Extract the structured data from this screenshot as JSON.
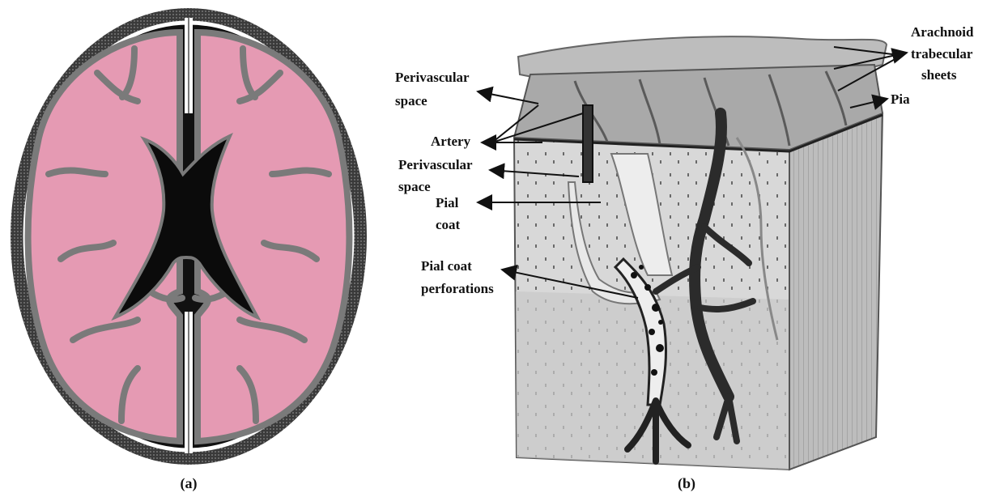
{
  "figure": {
    "panel_a": {
      "caption": "(a)"
    },
    "panel_b": {
      "caption": "(b)",
      "labels": {
        "perivascular_space_top_1": "Perivascular",
        "perivascular_space_top_2": "space",
        "artery": "Artery",
        "perivascular_space_mid_1": "Perivascular",
        "perivascular_space_mid_2": "space",
        "pial_coat_1": "Pial",
        "pial_coat_2": "coat",
        "pial_coat_perforations_1": "Pial coat",
        "pial_coat_perforations_2": "perforations",
        "arachnoid_1": "Arachnoid",
        "arachnoid_2": "trabecular",
        "arachnoid_3": "sheets",
        "pia": "Pia"
      }
    }
  },
  "colors": {
    "brain_tissue": "#e59ab3",
    "gray_matter_edge": "#7a7a7a",
    "ventricles": "#0b0b0b",
    "skull": "#4a4a4a",
    "csf_line": "#ffffff",
    "block_fill": "#cfcfcf",
    "vessel": "#333333"
  }
}
